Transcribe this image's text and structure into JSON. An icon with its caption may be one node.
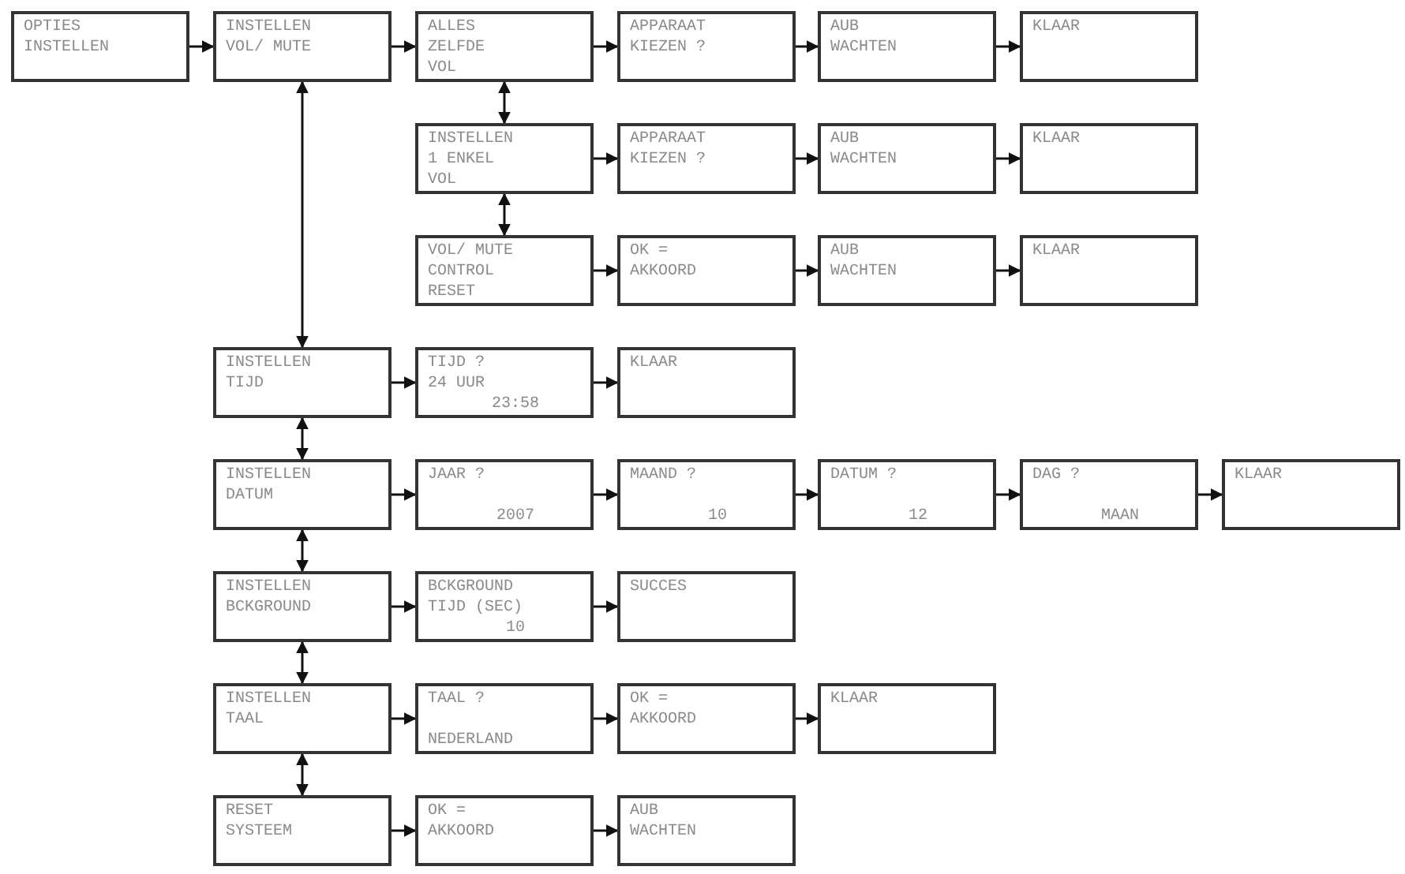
{
  "diagram": {
    "nodes": [
      {
        "text": [
          "OPTIES",
          "INSTELLEN"
        ]
      },
      {
        "text": [
          "INSTELLEN",
          "VOL/ MUTE"
        ]
      },
      {
        "text": [
          "ALLES",
          "ZELFDE",
          "VOL"
        ]
      },
      {
        "text": [
          "APPARAAT",
          "KIEZEN ?"
        ]
      },
      {
        "text": [
          "AUB",
          "WACHTEN"
        ]
      },
      {
        "text": [
          "KLAAR"
        ]
      },
      {
        "text": [
          "INSTELLEN",
          "1 ENKEL",
          "VOL"
        ]
      },
      {
        "text": [
          "APPARAAT",
          "KIEZEN ?"
        ]
      },
      {
        "text": [
          "AUB",
          "WACHTEN"
        ]
      },
      {
        "text": [
          "KLAAR"
        ]
      },
      {
        "text": [
          "VOL/ MUTE",
          "CONTROL",
          "RESET"
        ]
      },
      {
        "text": [
          "OK =",
          "AKKOORD"
        ]
      },
      {
        "text": [
          "AUB",
          "WACHTEN"
        ]
      },
      {
        "text": [
          "KLAAR"
        ]
      },
      {
        "text": [
          "INSTELLEN",
          "TIJD"
        ]
      },
      {
        "text": [
          "TIJD ?",
          "24 UUR",
          "23:58"
        ]
      },
      {
        "text": [
          "KLAAR"
        ]
      },
      {
        "text": [
          "INSTELLEN",
          "DATUM"
        ]
      },
      {
        "text": [
          "JAAR ?",
          "2007"
        ]
      },
      {
        "text": [
          "MAAND ?",
          "10"
        ]
      },
      {
        "text": [
          "DATUM ?",
          "12"
        ]
      },
      {
        "text": [
          "DAG ?",
          "MAAN"
        ]
      },
      {
        "text": [
          "KLAAR"
        ]
      },
      {
        "text": [
          "INSTELLEN",
          "BCKGROUND"
        ]
      },
      {
        "text": [
          "BCKGROUND",
          "TIJD (SEC)",
          "10"
        ]
      },
      {
        "text": [
          "SUCCES"
        ]
      },
      {
        "text": [
          "INSTELLEN",
          "TAAL"
        ]
      },
      {
        "text": [
          "TAAL ?",
          "NEDERLAND"
        ]
      },
      {
        "text": [
          "OK =",
          "AKKOORD"
        ]
      },
      {
        "text": [
          "KLAAR"
        ]
      },
      {
        "text": [
          "RESET",
          "SYSTEEM"
        ]
      },
      {
        "text": [
          "OK =",
          "AKKOORD"
        ]
      },
      {
        "text": [
          "AUB",
          "WACHTEN"
        ]
      }
    ],
    "edges": [
      {
        "from": 0,
        "to": 1,
        "arrow": "to"
      },
      {
        "from": 1,
        "to": 2,
        "arrow": "to"
      },
      {
        "from": 2,
        "to": 3,
        "arrow": "to"
      },
      {
        "from": 3,
        "to": 4,
        "arrow": "to"
      },
      {
        "from": 4,
        "to": 5,
        "arrow": "to"
      },
      {
        "from": 2,
        "to": 6,
        "arrow": "both"
      },
      {
        "from": 6,
        "to": 7,
        "arrow": "to"
      },
      {
        "from": 7,
        "to": 8,
        "arrow": "to"
      },
      {
        "from": 8,
        "to": 9,
        "arrow": "to"
      },
      {
        "from": 6,
        "to": 10,
        "arrow": "both"
      },
      {
        "from": 10,
        "to": 11,
        "arrow": "to"
      },
      {
        "from": 11,
        "to": 12,
        "arrow": "to"
      },
      {
        "from": 12,
        "to": 13,
        "arrow": "to"
      },
      {
        "from": 1,
        "to": 14,
        "arrow": "both"
      },
      {
        "from": 14,
        "to": 15,
        "arrow": "to"
      },
      {
        "from": 15,
        "to": 16,
        "arrow": "to"
      },
      {
        "from": 14,
        "to": 17,
        "arrow": "both"
      },
      {
        "from": 17,
        "to": 18,
        "arrow": "to"
      },
      {
        "from": 18,
        "to": 19,
        "arrow": "to"
      },
      {
        "from": 19,
        "to": 20,
        "arrow": "to"
      },
      {
        "from": 20,
        "to": 21,
        "arrow": "to"
      },
      {
        "from": 21,
        "to": 22,
        "arrow": "to"
      },
      {
        "from": 17,
        "to": 23,
        "arrow": "both"
      },
      {
        "from": 23,
        "to": 24,
        "arrow": "to"
      },
      {
        "from": 24,
        "to": 25,
        "arrow": "to"
      },
      {
        "from": 23,
        "to": 26,
        "arrow": "both"
      },
      {
        "from": 26,
        "to": 27,
        "arrow": "to"
      },
      {
        "from": 27,
        "to": 28,
        "arrow": "to"
      },
      {
        "from": 28,
        "to": 29,
        "arrow": "to"
      },
      {
        "from": 26,
        "to": 30,
        "arrow": "both"
      },
      {
        "from": 30,
        "to": 31,
        "arrow": "to"
      },
      {
        "from": 31,
        "to": 32,
        "arrow": "to"
      }
    ]
  }
}
